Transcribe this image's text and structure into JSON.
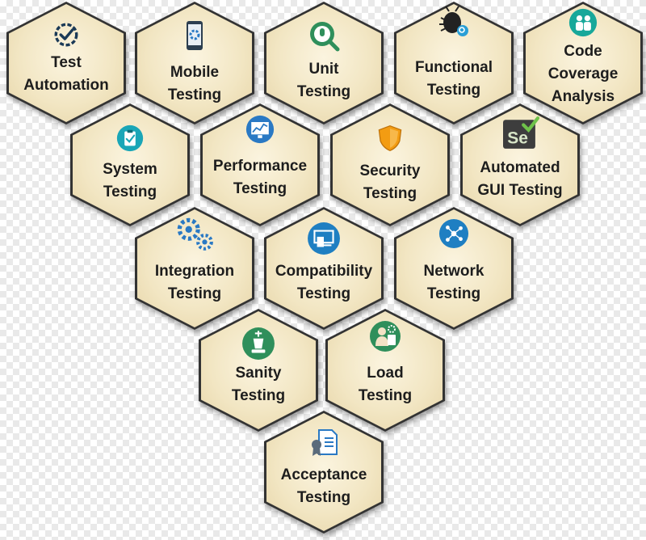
{
  "diagram": {
    "cells": [
      {
        "id": "test-automation",
        "lines": [
          "Test",
          "Automation"
        ],
        "icon": "gauge-check-icon"
      },
      {
        "id": "mobile-testing",
        "lines": [
          "Mobile",
          "Testing"
        ],
        "icon": "mobile-phone-icon"
      },
      {
        "id": "unit-testing",
        "lines": [
          "Unit",
          "Testing"
        ],
        "icon": "magnifier-bug-icon"
      },
      {
        "id": "functional-testing",
        "lines": [
          "Functional",
          "Testing"
        ],
        "icon": "bug-search-icon"
      },
      {
        "id": "code-coverage-analysis",
        "lines": [
          "Code",
          "Coverage",
          "Analysis"
        ],
        "icon": "people-icon"
      },
      {
        "id": "system-testing",
        "lines": [
          "System",
          "Testing"
        ],
        "icon": "clipboard-check-icon"
      },
      {
        "id": "performance-testing",
        "lines": [
          "Performance",
          "Testing"
        ],
        "icon": "chart-monitor-icon"
      },
      {
        "id": "security-testing",
        "lines": [
          "Security",
          "Testing"
        ],
        "icon": "shield-icon"
      },
      {
        "id": "automated-gui-testing",
        "lines": [
          "Automated",
          "GUI Testing"
        ],
        "icon": "selenium-icon"
      },
      {
        "id": "integration-testing",
        "lines": [
          "Integration",
          "Testing"
        ],
        "icon": "gears-icon"
      },
      {
        "id": "compatibility-testing",
        "lines": [
          "Compatibility",
          "Testing"
        ],
        "icon": "devices-icon"
      },
      {
        "id": "network-testing",
        "lines": [
          "Network",
          "Testing"
        ],
        "icon": "network-nodes-icon"
      },
      {
        "id": "sanity-testing",
        "lines": [
          "Sanity",
          "Testing"
        ],
        "icon": "chess-king-icon"
      },
      {
        "id": "load-testing",
        "lines": [
          "Load",
          "Testing"
        ],
        "icon": "user-gear-icon"
      },
      {
        "id": "acceptance-testing",
        "lines": [
          "Acceptance",
          "Testing"
        ],
        "icon": "certificate-icon"
      }
    ],
    "colors": {
      "hex_fill": "#f2e6c3",
      "hex_border": "#333333",
      "icon_teal": "#1aa6b7",
      "icon_green": "#2f8f5b",
      "icon_blue": "#2a79c4",
      "shield_orange": "#f39c12"
    }
  }
}
